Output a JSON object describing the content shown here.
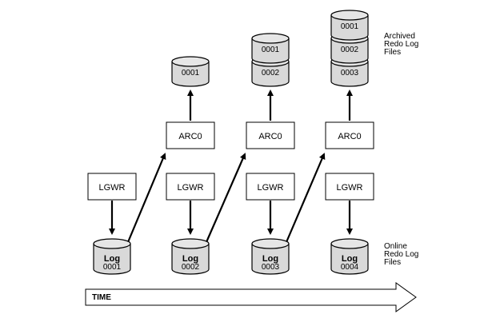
{
  "labels": {
    "lgwr": "LGWR",
    "arc": "ARC0",
    "log": "Log",
    "time": "TIME"
  },
  "online_caption": [
    "Online",
    "Redo Log",
    "Files"
  ],
  "archived_caption": [
    "Archived",
    "Redo Log",
    "Files"
  ],
  "online_logs": [
    {
      "seq": "0001"
    },
    {
      "seq": "0002"
    },
    {
      "seq": "0003"
    },
    {
      "seq": "0004"
    }
  ],
  "archive_stacks": [
    {
      "files": [
        "0001"
      ]
    },
    {
      "files": [
        "0001",
        "0002"
      ]
    },
    {
      "files": [
        "0001",
        "0002",
        "0003"
      ]
    }
  ],
  "colors": {
    "stroke": "#000000",
    "cylinder_side": "#d9d9d9",
    "cylinder_top": "#e6e6e6",
    "background": "#ffffff"
  }
}
